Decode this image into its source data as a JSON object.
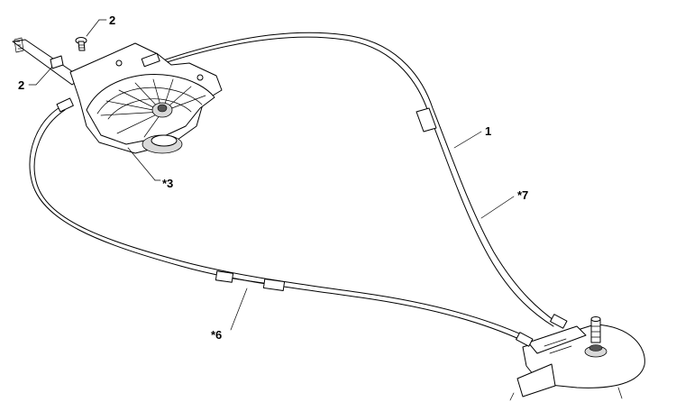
{
  "callouts": {
    "c1": "1",
    "c2_top": "2",
    "c2_left": "2",
    "c3": "*3",
    "c6": "*6",
    "c7": "*7"
  },
  "colors": {
    "line": "#000000",
    "background": "#ffffff"
  }
}
